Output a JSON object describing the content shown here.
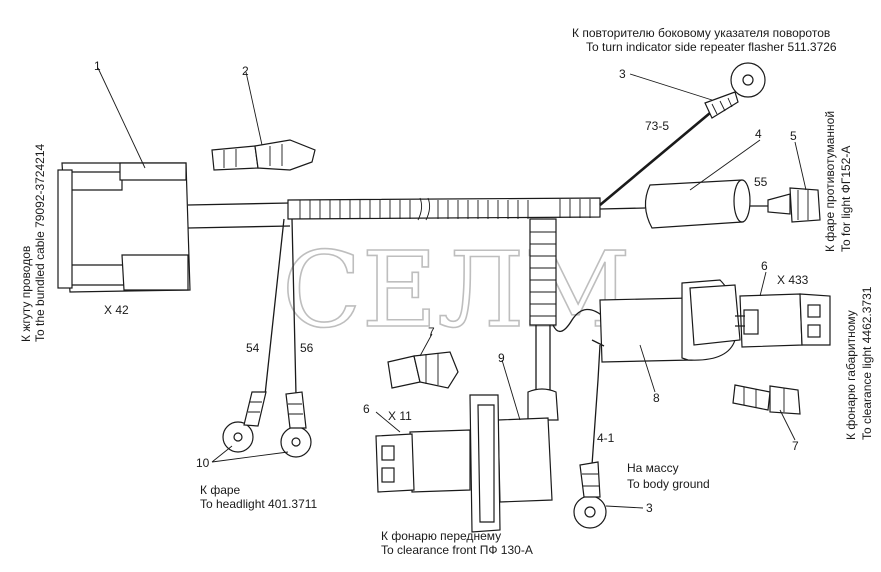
{
  "watermark": "СЕЛМ",
  "labels": {
    "turn_ru": "К  повторителю боковому указателя поворотов",
    "turn_en": "To turn indicator side repeater flasher 511.3726",
    "fog_ru": "К фаре противотуманной",
    "fog_en": "To for light ФГ152-А",
    "bundle_ru": "К жгуту проводов",
    "bundle_en": "To the bundled cable 79092-3724214",
    "clear_ru": "К фонарю габаритному",
    "clear_en": "To clearance light 4462.3731",
    "head_ru": "К фаре",
    "head_en": "To headlight 401.3711",
    "front_ru": "К фонарю переднему",
    "front_en": "To clearance front ПФ 130-А",
    "ground_ru": "На массу",
    "ground_en": "To body ground"
  },
  "connectors": {
    "x42": "X 42",
    "x433": "X 433",
    "x11": "X 11"
  },
  "wires": {
    "w73_5": "73-5",
    "w55": "55",
    "w54": "54",
    "w56": "56",
    "w4_1": "4-1"
  },
  "callouts": {
    "c1": "1",
    "c2": "2",
    "c3_top": "3",
    "c3_bottom": "3",
    "c4": "4",
    "c5": "5",
    "c6_right": "6",
    "c6_left": "6",
    "c7_mid": "7",
    "c7_right": "7",
    "c8": "8",
    "c9": "9",
    "c10": "10"
  }
}
